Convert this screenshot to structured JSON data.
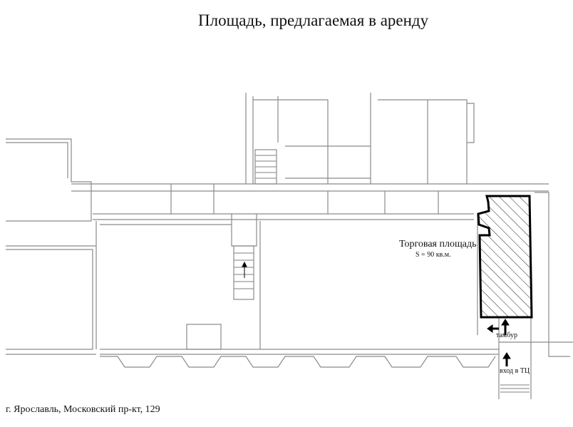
{
  "title": "Площадь, предлагаемая в аренду",
  "address": "г. Ярославль, Московский пр-кт, 129",
  "rental_area": {
    "label": "Торговая площадь",
    "size": "S = 90 кв.м.",
    "highlight_color": "#000000"
  },
  "annotations": {
    "vestibule": "тамбур",
    "entrance": "вход в ТЦ"
  }
}
